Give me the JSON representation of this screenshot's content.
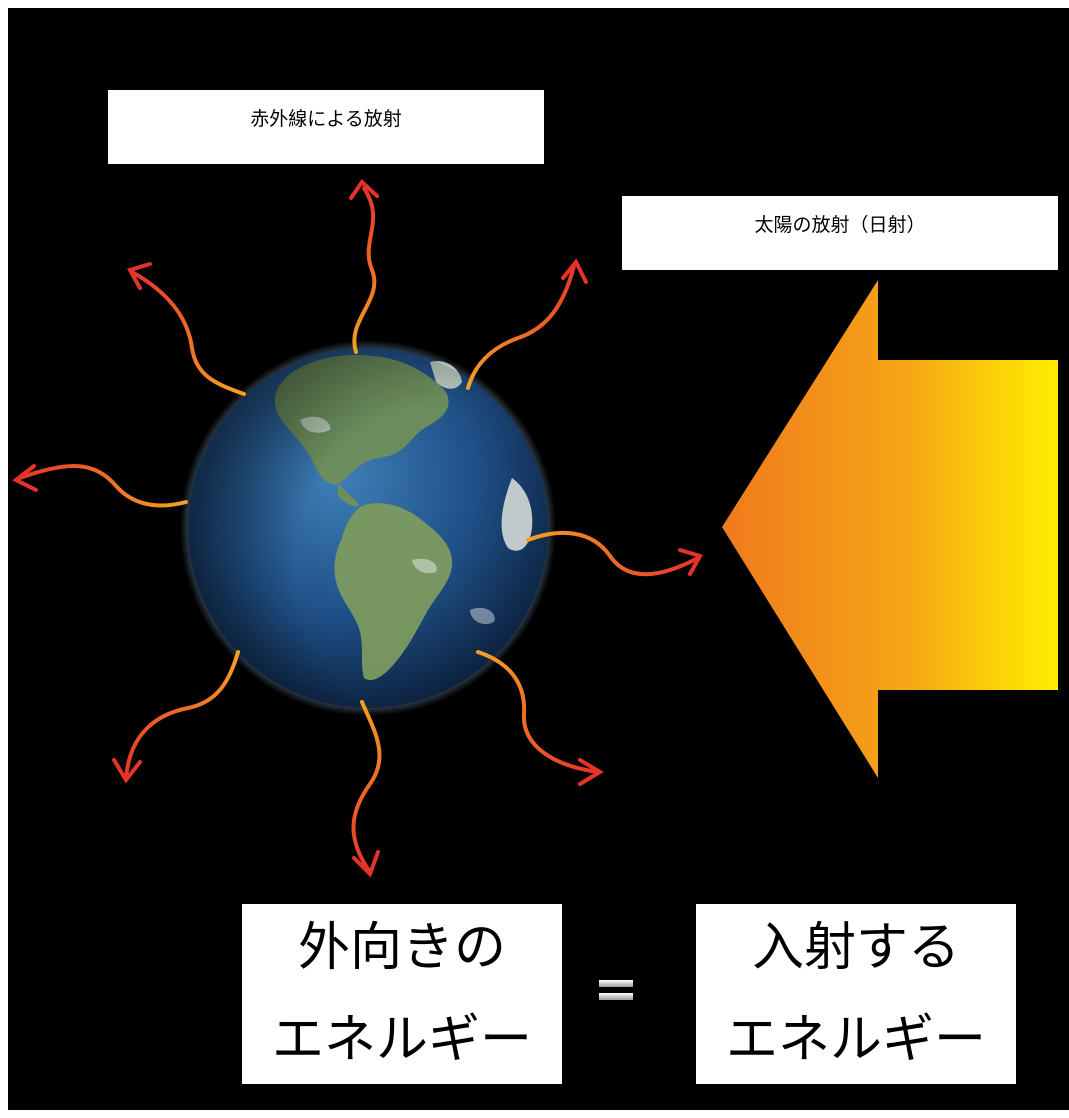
{
  "labels": {
    "infrared_radiation": "赤外線による放射",
    "solar_radiation": "太陽の放射（日射）"
  },
  "energy_balance": {
    "outgoing_line1": "外向きの",
    "outgoing_line2": "エネルギー",
    "equals": "=",
    "incoming_line1": "入射する",
    "incoming_line2": "エネルギー"
  },
  "colors": {
    "background": "#000000",
    "sun_arrow_start": "#f07a1e",
    "sun_arrow_end": "#ffee00",
    "ir_arrow_base": "#f5a023",
    "ir_arrow_tip": "#e5332a"
  },
  "icons": {
    "earth": "earth-globe-icon",
    "sun_arrow": "incoming-sunlight-arrow-icon",
    "ir_arrows": "wavy-infrared-arrow-icon"
  }
}
